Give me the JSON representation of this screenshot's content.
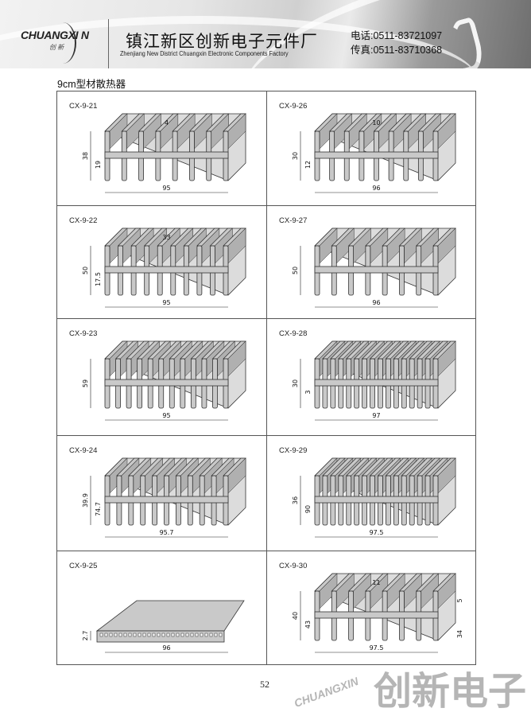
{
  "header": {
    "logo": "CHUANGXI N",
    "logo_sub": "创 新",
    "company_cn": "镇江新区创新电子元件厂",
    "company_en": "Zhenjiang New District Chuangxin Electronic Components Factory",
    "phone": "电话:0511-83721097",
    "fax": "传真:0511-83710368"
  },
  "section_title": "9cm型材散热器",
  "products": [
    {
      "code": "CX-9-21",
      "fins": 8,
      "w": "95",
      "h": "38",
      "extra": [
        "19",
        "4"
      ]
    },
    {
      "code": "CX-9-26",
      "fins": 9,
      "w": "96",
      "h": "30",
      "extra": [
        "12",
        "10"
      ]
    },
    {
      "code": "CX-9-22",
      "fins": 10,
      "w": "95",
      "h": "50",
      "extra": [
        "17.5",
        "33"
      ]
    },
    {
      "code": "CX-9-27",
      "fins": 8,
      "w": "96",
      "h": "50",
      "extra": []
    },
    {
      "code": "CX-9-23",
      "fins": 12,
      "w": "95",
      "h": "59",
      "extra": []
    },
    {
      "code": "CX-9-28",
      "fins": 16,
      "w": "97",
      "h": "30",
      "extra": [
        "3"
      ]
    },
    {
      "code": "CX-9-24",
      "fins": 11,
      "w": "95.7",
      "h": "39.9",
      "extra": [
        "74.7"
      ]
    },
    {
      "code": "CX-9-29",
      "fins": 16,
      "w": "97.5",
      "h": "36",
      "extra": [
        "90"
      ]
    },
    {
      "code": "CX-9-25",
      "fins": 0,
      "w": "96",
      "h": "2.7",
      "extra": []
    },
    {
      "code": "CX-9-30",
      "fins": 8,
      "w": "97.5",
      "h": "40",
      "extra": [
        "43",
        "11",
        "5",
        "34"
      ]
    }
  ],
  "page_number": "52",
  "watermark": "创新电子",
  "watermark_logo": "CHUANGXIN"
}
